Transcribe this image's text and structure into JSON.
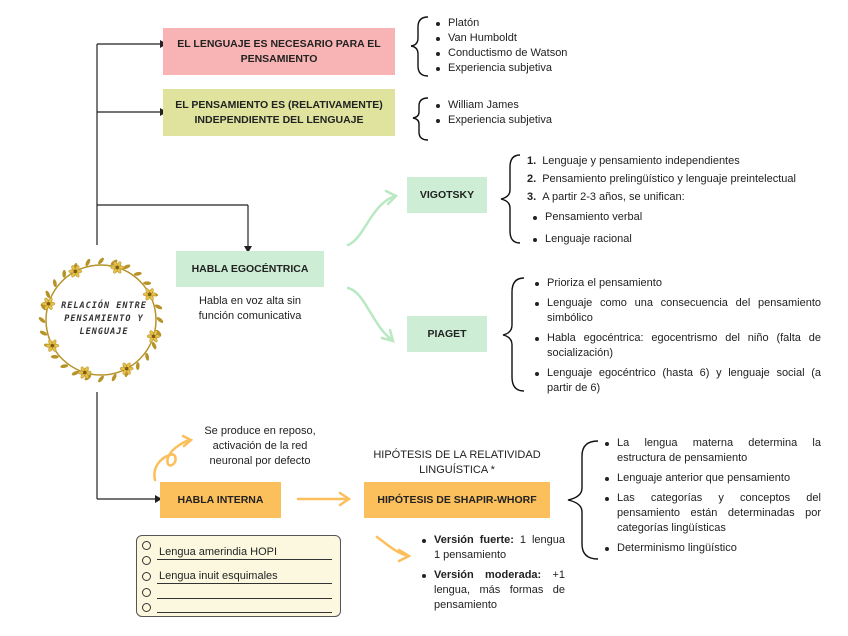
{
  "center": {
    "title": "RELACIÓN ENTRE PENSAMIENTO Y LENGUAJE"
  },
  "boxes": {
    "lenguaje_necesario": "EL LENGUAJE ES NECESARIO PARA EL PENSAMIENTO",
    "pensamiento_independiente": "EL PENSAMIENTO ES (RELATIVAMENTE) INDEPENDIENTE DEL LENGUAJE",
    "vigotsky": "VIGOTSKY",
    "habla_egocentrica": "HABLA EGOCÉNTRICA",
    "piaget": "PIAGET",
    "habla_interna": "HABLA INTERNA",
    "sapir_whorf": "HIPÓTESIS DE SHAPIR-WHORF"
  },
  "lists": {
    "necesario": [
      "Platón",
      "Van Humboldt",
      "Conductismo de Watson",
      "Experiencia subjetiva"
    ],
    "independiente": [
      "William James",
      "Experiencia subjetiva"
    ],
    "vigotsky_numbered": [
      {
        "num": "1.",
        "text": "Lenguaje y pensamiento independientes"
      },
      {
        "num": "2.",
        "text": "Pensamiento prelingüístico y lenguaje preintelectual"
      },
      {
        "num": "3.",
        "text": "A partir 2-3 años, se unifican:"
      }
    ],
    "vigotsky_sub": [
      "Pensamiento verbal",
      "Lenguaje racional"
    ],
    "piaget": [
      "Prioriza el pensamiento",
      "Lenguaje como una consecuencia del pensamiento simbólico",
      "Habla egocéntrica: egocentrismo del niño (falta de socialización)",
      "Lenguaje egocéntrico (hasta 6) y lenguaje social (a partir de 6)"
    ],
    "sapir_whorf": [
      "La lengua materna determina la estructura de pensamiento",
      "Lenguaje anterior que pensamiento",
      "Las categorías y conceptos del pensamiento están determinadas por categorías lingüísticas",
      "Determinismo lingüístico"
    ]
  },
  "texts": {
    "habla_egocentrica_desc": "Habla en voz alta sin función comunicativa",
    "habla_interna_desc": "Se produce en reposo, activación de la red neuronal por defecto",
    "relatividad_title": "HIPÓTESIS DE LA RELATIVIDAD LINGUÍSTICA *",
    "version_fuerte_label": "Versión fuerte:",
    "version_fuerte_text": "1 lengua 1 pensamiento",
    "version_moderada_label": "Versión moderada:",
    "version_moderada_text": "+1 lengua, más formas de pensamiento"
  },
  "notes": {
    "items": [
      "Lengua amerindia HOPI",
      "Lengua inuit esquimales",
      "",
      "",
      ""
    ]
  },
  "colors": {
    "pink": "#f8b4b4",
    "yellowgreen": "#dfe39d",
    "mint": "#cdeed4",
    "orange": "#fbbf5c",
    "wreath": "#b69328",
    "arrow_green": "#b9e8c2",
    "arrow_orange": "#fbbf5c"
  }
}
